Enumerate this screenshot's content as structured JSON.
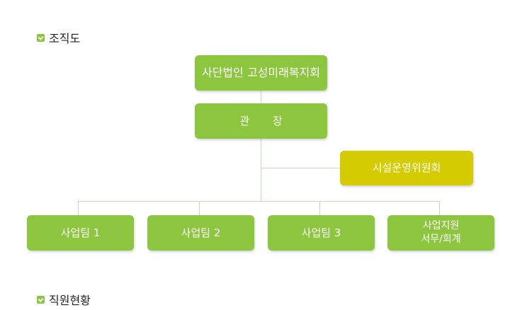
{
  "headings": {
    "org_chart": "조직도",
    "staff_status": "직원현황"
  },
  "org": {
    "root": "사단법인 고성미래복지회",
    "director": "관 장",
    "committee": "시설운영위원회",
    "teams": [
      "사업팀 1",
      "사업팀 2",
      "사업팀 3"
    ],
    "support": {
      "line1": "사업지원",
      "line2": "서무/회계"
    }
  },
  "colors": {
    "box_green": "#8cc63f",
    "box_yellow": "#d4cc00",
    "connector": "#c8dcb0"
  }
}
